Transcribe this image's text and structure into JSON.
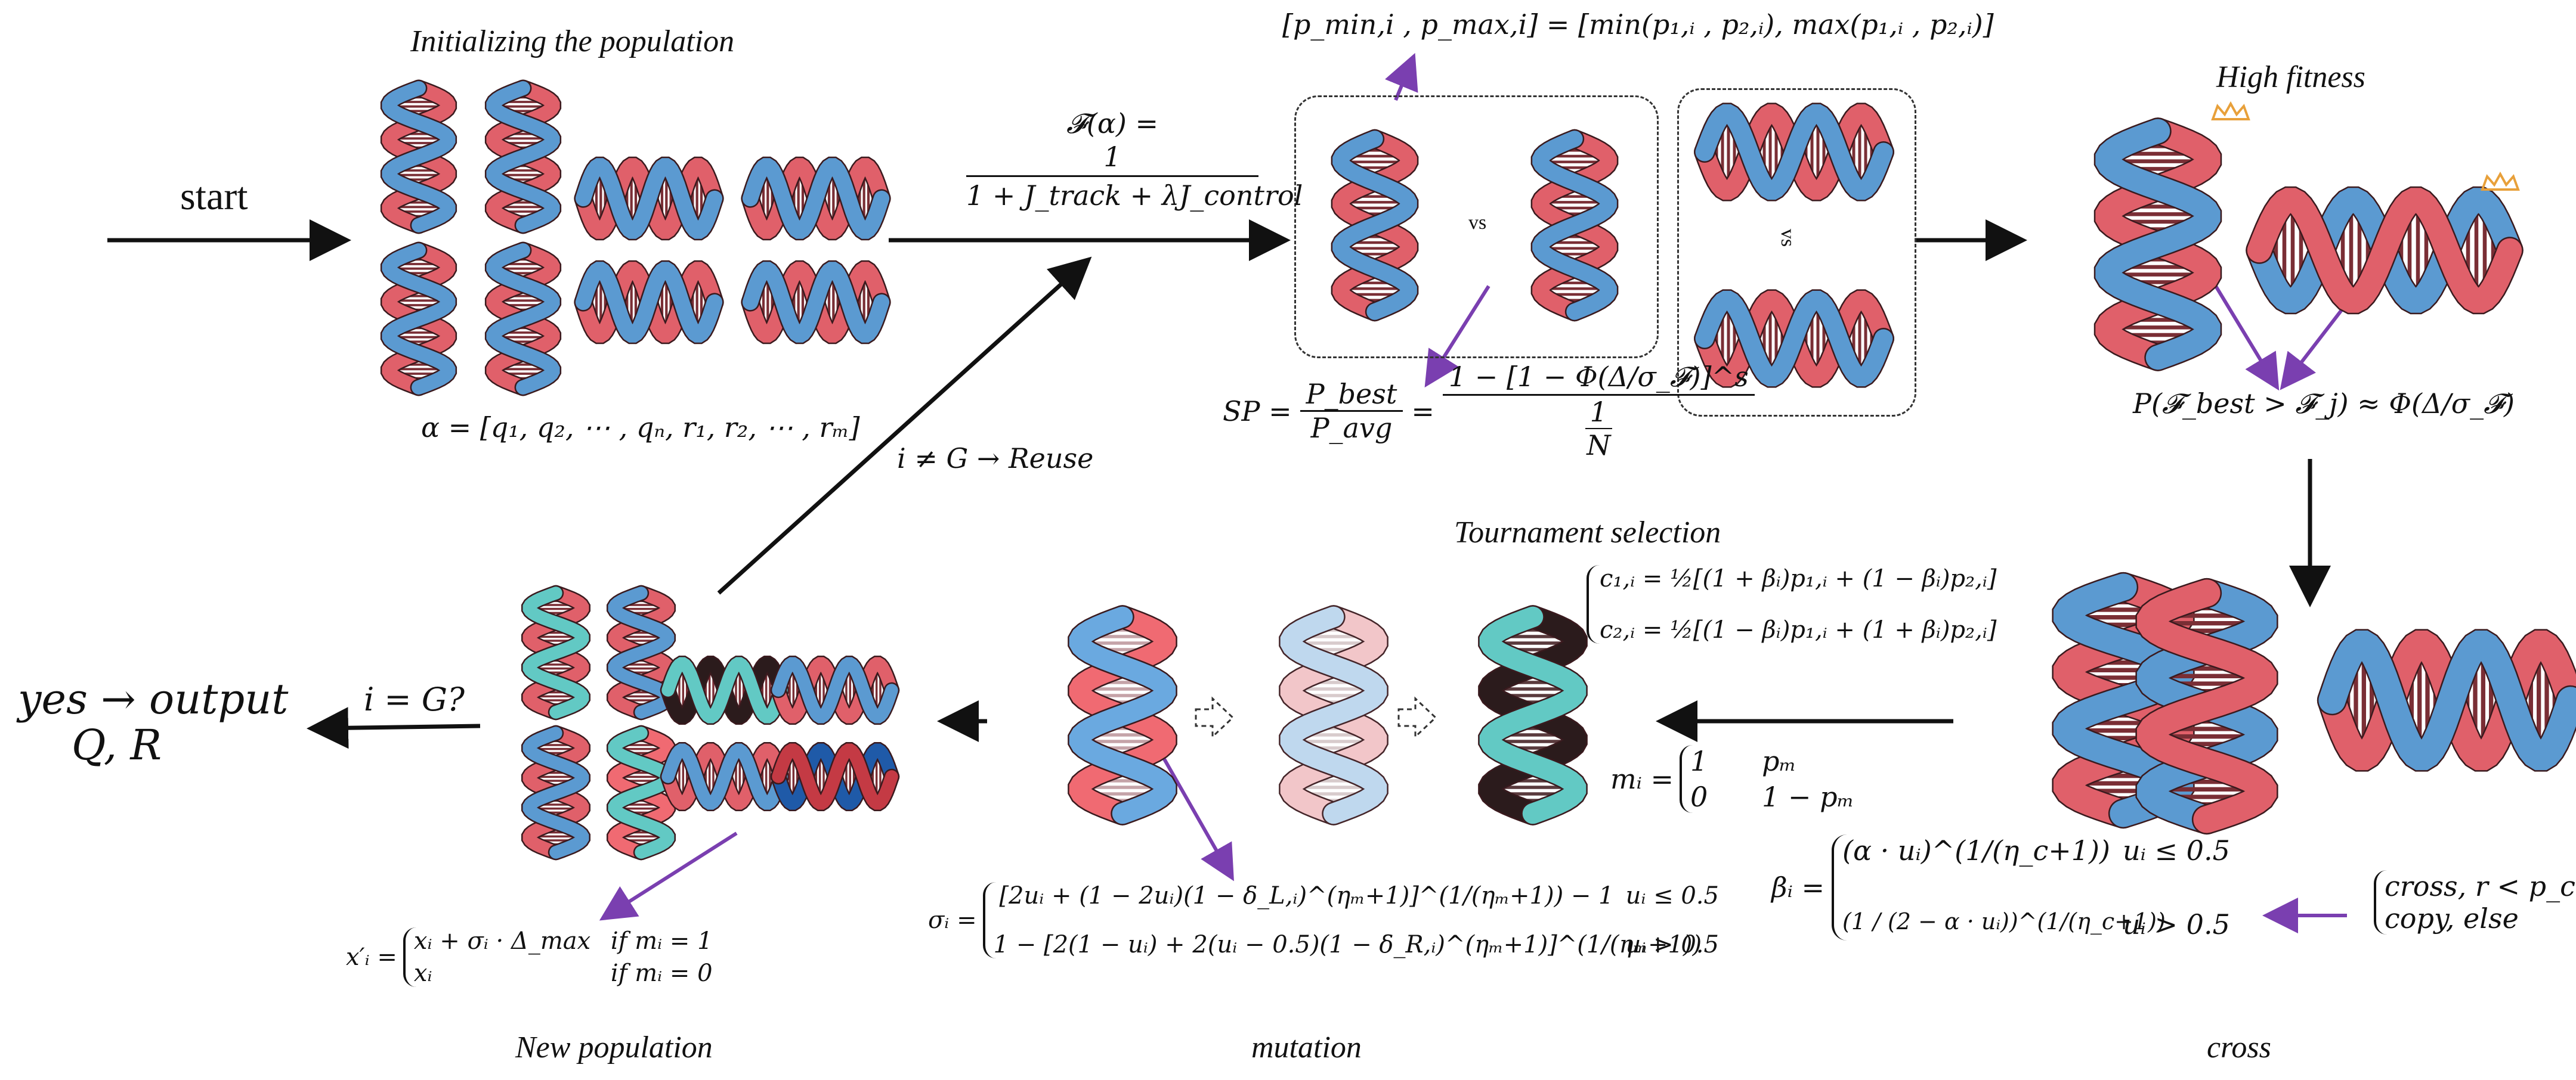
{
  "labels": {
    "start": "start",
    "init_population": "Initializing the population",
    "alpha_vector": "α = [q₁, q₂, ⋯ , qₙ, r₁, r₂, ⋯ , rₘ]",
    "reuse": "i ≠ G → Reuse",
    "fitness_top": "𝓕(α) =",
    "fitness_num": "1",
    "fitness_den": "1 + J_track + λJ_control",
    "interval": "[p_min,i , p_max,i] = [min(p₁,ᵢ , p₂,ᵢ), max(p₁,ᵢ , p₂,ᵢ)]",
    "vs1": "vs",
    "vs2": "vs",
    "sp_lhs": "SP =",
    "sp_ratio_num": "P_best",
    "sp_ratio_den": "P_avg",
    "sp_eq": "=",
    "sp_num": "1 − [1 − Φ(Δ/σ_𝓕)]^s",
    "sp_den_num": "1",
    "sp_den_den": "N",
    "tournament": "Tournament selection",
    "high_fitness": "High fitness",
    "prob": "P(𝓕_best > 𝓕_j) ≈ Φ(Δ/σ_𝓕)",
    "c1": "c₁,ᵢ = ½[(1 + βᵢ)p₁,ᵢ + (1 − βᵢ)p₂,ᵢ]",
    "c2": "c₂,ᵢ = ½[(1 − βᵢ)p₁,ᵢ + (1 + βᵢ)p₂,ᵢ]",
    "m_lhs": "mᵢ =",
    "m_row1_val": "1",
    "m_row1_cond": "pₘ",
    "m_row2_val": "0",
    "m_row2_cond": "1 − pₘ",
    "beta_lhs": "βᵢ =",
    "beta_row1": "(α · uᵢ)^(1/(η_c+1))",
    "beta_row1_cond": "uᵢ ≤ 0.5",
    "beta_row2": "(1 / (2 − α · uᵢ))^(1/(η_c+1))",
    "beta_row2_cond": "uᵢ > 0.5",
    "cross_rule1": "cross, r < p_c",
    "cross_rule2": "copy, else",
    "cross": "cross",
    "sigma_lhs": "σᵢ =",
    "sigma_row1": "[2uᵢ + (1 − 2uᵢ)(1 − δ_L,ᵢ)^(ηₘ+1)]^(1/(ηₘ+1)) − 1",
    "sigma_row1_cond": "uᵢ ≤ 0.5",
    "sigma_row2": "1 − [2(1 − uᵢ) + 2(uᵢ − 0.5)(1 − δ_R,ᵢ)^(ηₘ+1)]^(1/(ηₘ+1))",
    "sigma_row2_cond": "uᵢ > 0.5",
    "mutation": "mutation",
    "x_lhs": "x′ᵢ =",
    "x_row1": "xᵢ + σᵢ · Δ_max",
    "x_row1_cond": "if  mᵢ = 1",
    "x_row2": "xᵢ",
    "x_row2_cond": "if  mᵢ = 0",
    "new_population": "New population",
    "check": "i = G?",
    "output_line1": "yes → output",
    "output_line2": "Q, R"
  },
  "colors": {
    "strand_red": "#e0606a",
    "strand_blue": "#5b9ad1",
    "rung": "#7a2e35",
    "arrow": "#111111",
    "purple_arrow": "#7a3fb0",
    "teal": "#62c9c4",
    "crown": "#e8a03a"
  },
  "icons": [
    "dna-icon",
    "crown-icon",
    "dashed-arrow-icon"
  ]
}
